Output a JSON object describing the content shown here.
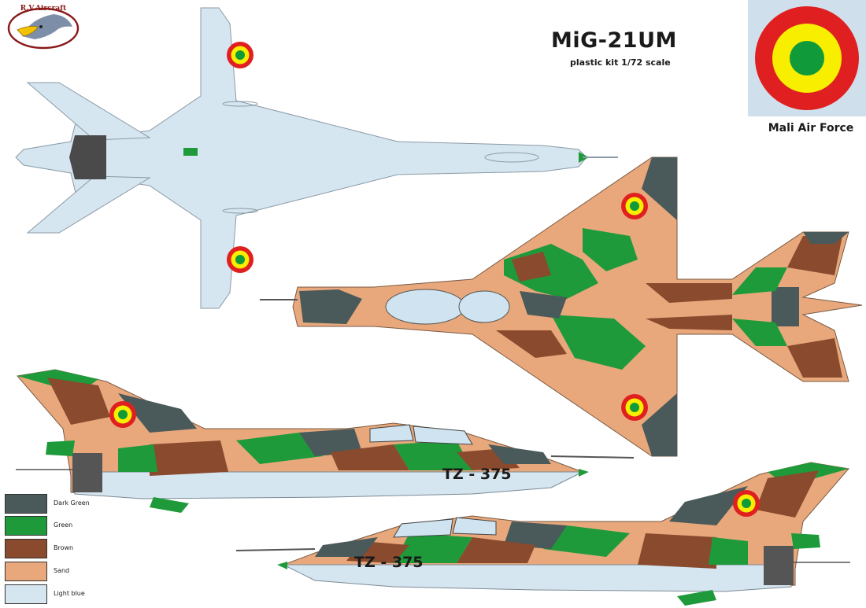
{
  "logo": {
    "text": "R.V.Aircraft"
  },
  "header": {
    "title": "MiG-21UM",
    "subtitle": "plastic kit 1/72 scale"
  },
  "insignia": {
    "caption": "Mali Air Force",
    "outer": "#e02020",
    "middle": "#f7ee00",
    "inner": "#119a3a"
  },
  "aircraft": {
    "registration": "TZ - 375"
  },
  "legend": [
    {
      "label": "Dark Green",
      "color": "#4a5a5a"
    },
    {
      "label": "Green",
      "color": "#1e9a3a"
    },
    {
      "label": "Brown",
      "color": "#8a4a2e"
    },
    {
      "label": "Sand",
      "color": "#e8a87c"
    },
    {
      "label": "Light blue",
      "color": "#d6e6f0"
    }
  ]
}
